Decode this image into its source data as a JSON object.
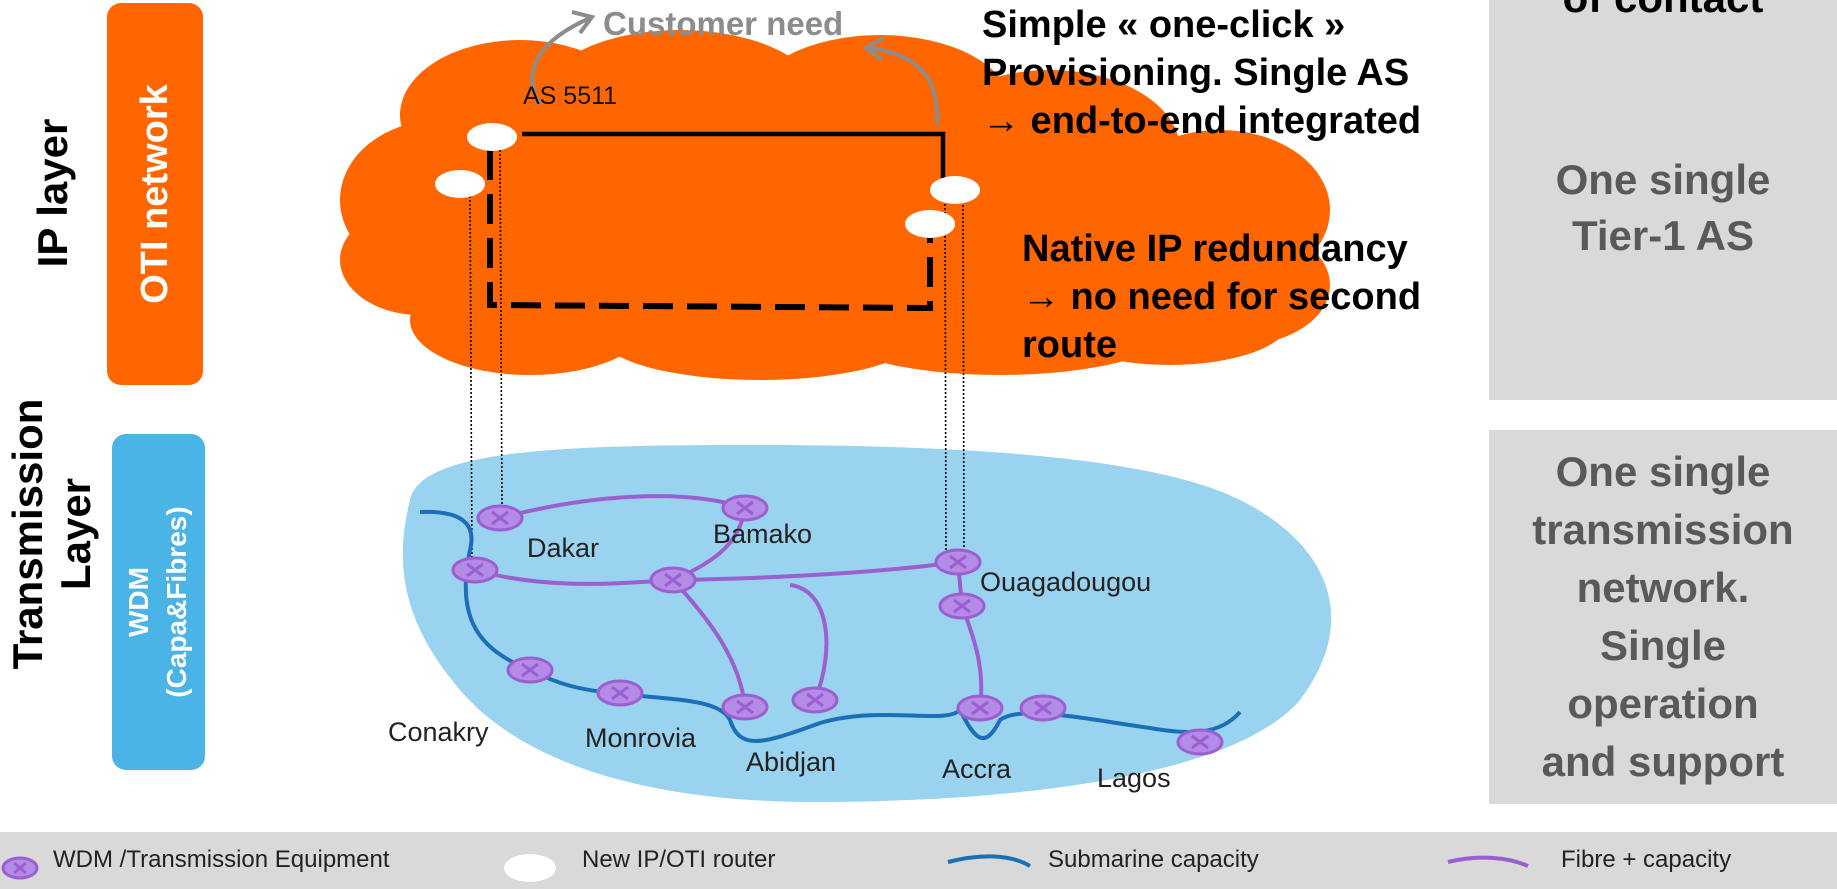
{
  "left_labels": {
    "ip_layer": "IP layer",
    "transmission_layer": "Transmission\nLayer"
  },
  "pills": {
    "oti_network": "OTI network",
    "wdm": "WDM\n(Capa&Fibres)"
  },
  "cloud": {
    "as_label": "AS 5511",
    "customer_need": "Customer need"
  },
  "callouts": {
    "provisioning": "Simple « one-click »\nProvisioning. Single AS\n→ end-to-end integrated",
    "redundancy": "Native IP redundancy\n→ no need for second\nroute"
  },
  "right_boxes": {
    "top_partial": "of contact",
    "tier1": "One single\nTier-1 AS",
    "transmission": "One single\ntransmission\nnetwork.\nSingle\noperation\nand support"
  },
  "cities": {
    "dakar": "Dakar",
    "bamako": "Bamako",
    "ouagadougou": "Ouagadougou",
    "conakry": "Conakry",
    "monrovia": "Monrovia",
    "abidjan": "Abidjan",
    "accra": "Accra",
    "lagos": "Lagos"
  },
  "legend": {
    "wdm": "WDM /Transmission Equipment",
    "router": "New IP/OTI router",
    "submarine": "Submarine capacity",
    "fibre": "Fibre + capacity"
  },
  "colors": {
    "orange": "#ff6600",
    "blue_pill": "#4bb4e6",
    "water": "#9ad3f0",
    "purple": "#9b5fd0",
    "submarine": "#1b6fb8",
    "grey_box": "#d9d9d9",
    "grey_text": "#595959"
  }
}
